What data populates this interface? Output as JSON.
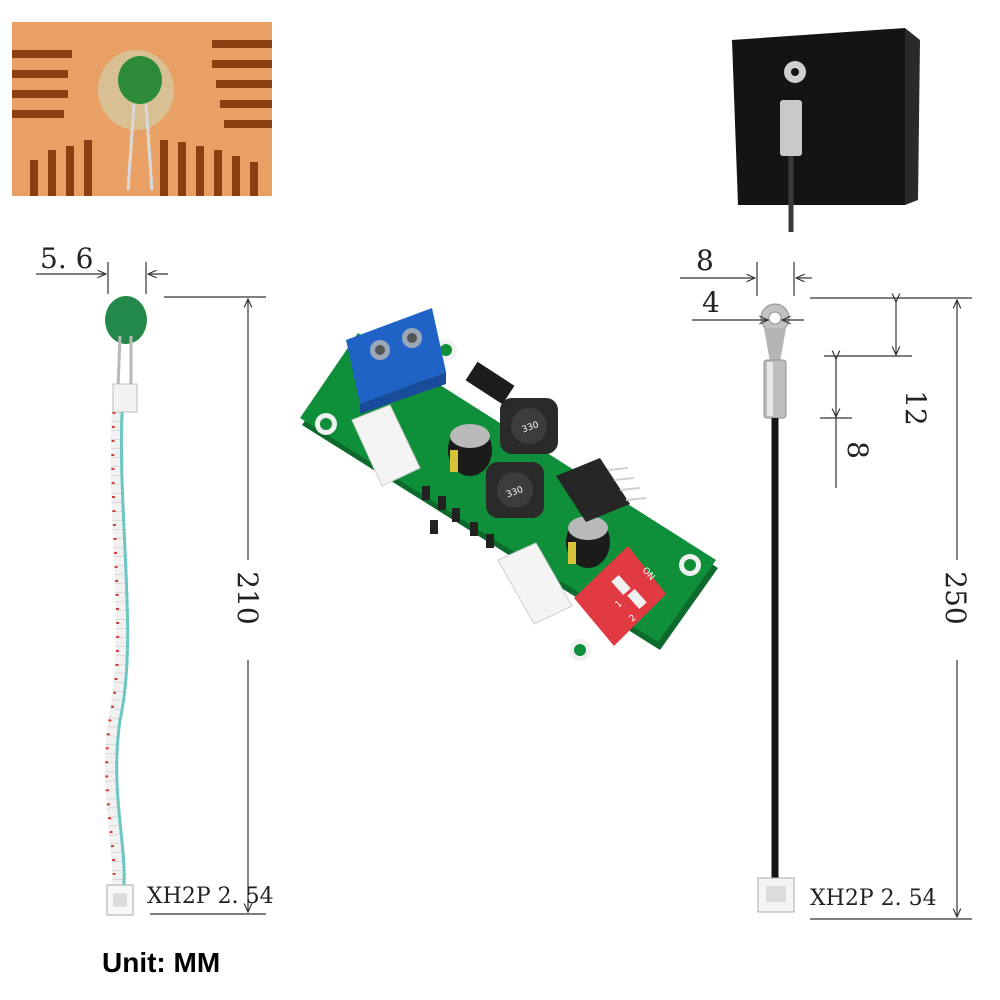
{
  "left_probe": {
    "width_label": "5. 6",
    "length_label": "210",
    "connector_label": "XH2P  2. 54"
  },
  "right_probe": {
    "ring_outer_label": "8",
    "ring_inner_label": "4",
    "tube_label": "12",
    "ring_label": "8",
    "length_label": "250",
    "connector_label": "XH2P  2. 54"
  },
  "board": {
    "inductor_1": "330",
    "inductor_2": "330",
    "switch_on": "ON",
    "switch_1": "1",
    "switch_2": "2"
  },
  "footer": {
    "unit_label": "Unit: MM"
  },
  "colors": {
    "pcb": "#0f8f3a",
    "terminal": "#1f63c6",
    "dip_switch": "#e23a43",
    "heatsink": "#e19a5f"
  }
}
